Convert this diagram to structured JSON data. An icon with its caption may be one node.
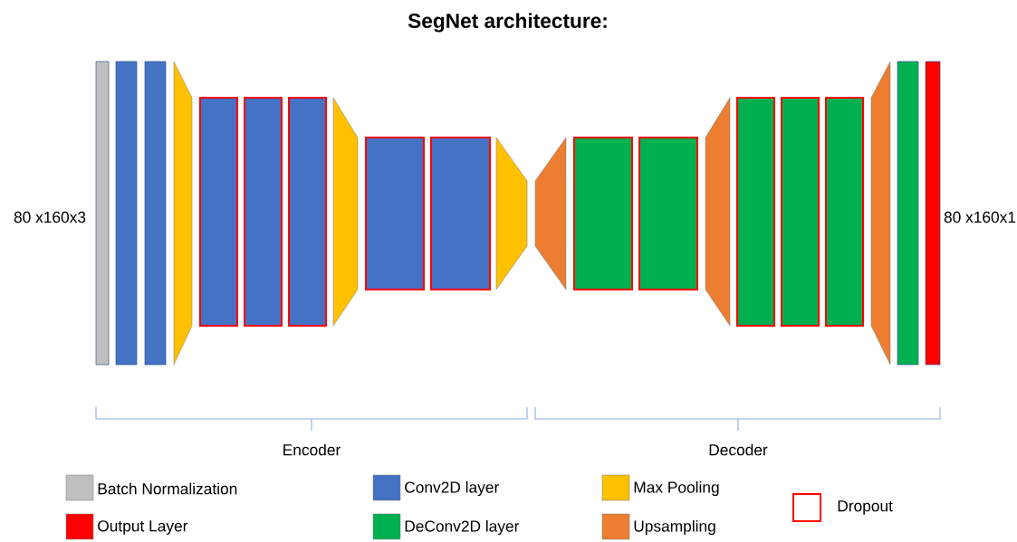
{
  "diagram": {
    "title": "SegNet architecture:",
    "labels": [
      "80 x160x3",
      "80 x160x1",
      "Encoder",
      "Decoder"
    ],
    "legend": [
      {
        "text": "Batch Normalization",
        "color": "#bfbfbf"
      },
      {
        "text": "Conv2D layer",
        "color": "#4472c4"
      },
      {
        "text": "Max Pooling",
        "color": "#ffc000"
      },
      {
        "text": "Dropout"
      },
      {
        "text": "Output Layer",
        "color": "#ff0000"
      },
      {
        "text": "DeConv2D layer",
        "color": "#00b050"
      },
      {
        "text": "Upsampling",
        "color": "#ed7d31"
      }
    ]
  }
}
